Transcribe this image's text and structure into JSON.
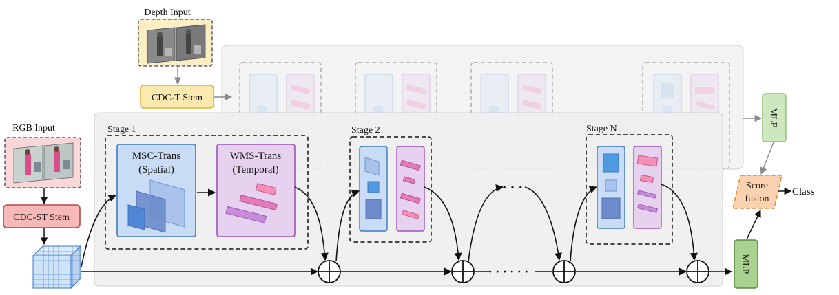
{
  "inputs": {
    "depth": "Depth Input",
    "rgb": "RGB Input"
  },
  "stems": {
    "depth": "CDC-T Stem",
    "rgb": "CDC-ST Stem"
  },
  "stages": {
    "stage1": "Stage 1",
    "stage2": "Stage 2",
    "stageN": "Stage N"
  },
  "blocks": {
    "msc_line1": "MSC-Trans",
    "msc_line2": "(Spatial)",
    "wms_line1": "WMS-Trans",
    "wms_line2": "(Temporal)"
  },
  "heads": {
    "mlp": "MLP",
    "score_line1": "Score",
    "score_line2": "fusion",
    "class": "Class"
  },
  "ellipsis": {
    "upper": "· · ·",
    "lower": "· · · · · ·"
  },
  "colors": {
    "depth_fill": "#fbeec4",
    "cdc_t_fill": "#fbe9b0",
    "cdc_t_border": "#d9b13a",
    "rgb_fill": "#f9d6d8",
    "cdc_st_fill": "#f6b8b8",
    "stage_panel": "#efefef",
    "msc_fill": "#c9dcf5",
    "msc_border": "#3e78c4",
    "wms_fill": "#e6d2ef",
    "wms_border": "#9c53b8",
    "mlp_fill": "#cfe7bf",
    "mlp_border": "#5c8c45",
    "score_fill": "#fbd2b0",
    "score_border": "#e08a3a",
    "cube_fill": "#cfe3f7"
  }
}
